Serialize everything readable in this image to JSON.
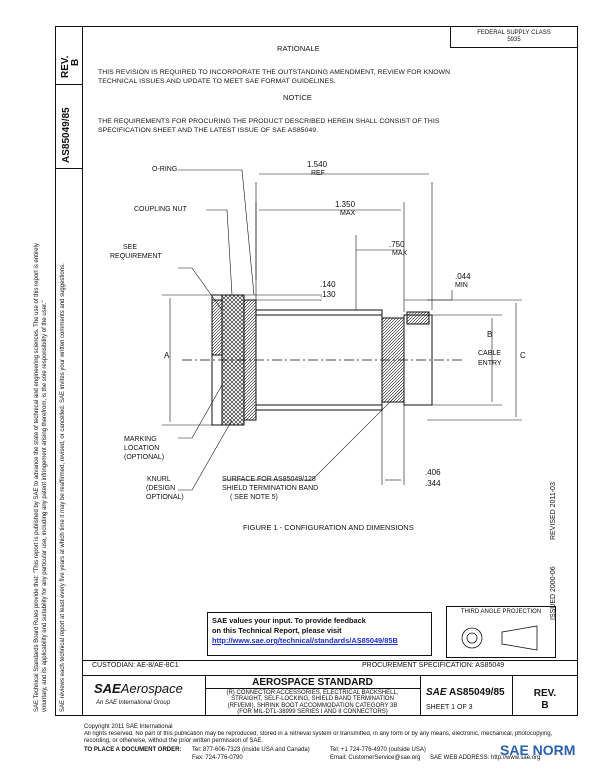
{
  "side_tab": {
    "rev_label": "REV.",
    "rev_value": "B",
    "doc_number": "AS85049/85",
    "brand": "SAE"
  },
  "margin_disclaimer": {
    "line1": "SAE Technical Standards Board Rules provide that: \"This report is published by SAE to advance the state of technical and engineering sciences. The use of this report is entirely",
    "line2": "voluntary, and its applicability and suitability for any particular use, including any patent infringement arising therefrom, is the sole responsibility of the user.\"",
    "line3": "SAE reviews each technical report at least every five years at which time it may be reaffirmed, revised, or cancelled. SAE invites your written comments and suggestions."
  },
  "header_box": {
    "line1": "FEDERAL SUPPLY CLASS",
    "line2": "5935"
  },
  "rationale": {
    "heading": "RATIONALE",
    "text_line1": "THIS REVISION IS REQUIRED TO INCORPORATE THE OUTSTANDING AMENDMENT,  REVIEW FOR KNOWN",
    "text_line2": "TECHNICAL  ISSUES AND UPDATE TO MEET SAE FORMAT GUIDELINES."
  },
  "notice": {
    "heading": "NOTICE",
    "text_line1": "THE REQUIREMENTS FOR PROCURING THE PRODUCT DESCRIBED HEREIN SHALL CONSIST OF THIS",
    "text_line2": "SPECIFICATION SHEET AND THE LATEST ISSUE OF SAE AS85049."
  },
  "figure": {
    "callouts": {
      "o_ring": "O-RING",
      "coupling_nut": "COUPLING NUT",
      "see_req_1": "SEE",
      "see_req_2": "REQUIREMENT",
      "marking_1": "MARKING",
      "marking_2": "LOCATION",
      "marking_3": "(OPTIONAL)",
      "knurl_1": "KNURL",
      "knurl_2": "(DESIGN",
      "knurl_3": "OPTIONAL)",
      "surface_1": "SURFACE FOR AS85049/128",
      "surface_2": "SHIELD TERMINATION BAND",
      "surface_3": "( SEE NOTE 5)"
    },
    "dimensions": {
      "d1_val": "1.540",
      "d1_sub": "REF",
      "d2_val": "1.350",
      "d2_sub": "MAX",
      "d3_val": ".750",
      "d3_sub": "MAX",
      "d4_val": ".044",
      "d4_sub": "MIN",
      "d5_top": ".140",
      "d5_bot": ".130",
      "d6_top": ".406",
      "d6_bot": ".344",
      "a": "A",
      "b": "B",
      "c": "C",
      "cable_1": "CABLE",
      "cable_2": "ENTRY"
    },
    "caption": "FIGURE 1 - CONFIGURATION AND DIMENSIONS"
  },
  "right_margin": {
    "issued": "ISSUED   2000-06",
    "revised": "REVISED  2011-03"
  },
  "third_angle": "THIRD ANGLE PROJECTION",
  "feedback": {
    "line1": "SAE values your input. To provide feedback",
    "line2": "on this Technical Report, please visit",
    "link": "http://www.sae.org/technical/standards/AS85049/85B"
  },
  "custodian": "CUSTODIAN: AE-8/AE-8C1",
  "procurement": "PROCUREMENT SPECIFICATION:  AS85049",
  "title_block": {
    "standard_title": "AEROSPACE STANDARD",
    "logo_sae": "SAE",
    "logo_aerospace": "Aerospace",
    "logo_tagline": "An SAE International Group",
    "desc_line1": "(R) CONNECTOR ACCESSORIES, ELECTRICAL BACKSHELL,",
    "desc_line2": "STRAIGHT, SELF-LOCKING, SHIELD BAND TERMINATION",
    "desc_line3": "(RFI/EMI), SHRINK BOOT ACCOMMODATION CATEGORY 3B",
    "desc_line4": "(FOR MIL-DTL-38999 SERIES I AND II CONNECTORS)",
    "doc_number": "AS85049/85",
    "sheet": "SHEET 1 OF 3",
    "rev_label": "REV.",
    "rev_value": "B"
  },
  "footer": {
    "line1": "Copyright 2011 SAE International",
    "line2": "All rights reserved. No part of this publication may be reproduced, stored in a retrieval system or transmitted, in any form or by any means, electronic, mechanical, photocopying,",
    "line3": "recording, or otherwise, without the prior written permission of SAE.",
    "order_label": "TO PLACE A DOCUMENT ORDER:",
    "tel1": "Tel:  877-606-7323 (inside USA and Canada)",
    "fax": "Fax:  724-776-0790",
    "tel2": "Tel:  +1 724-776-4970 (outside USA)",
    "email": "Email:  CustomerService@sae.org",
    "web": "SAE WEB ADDRESS:  http://www.sae.org"
  },
  "watermark": "SAE NORM"
}
